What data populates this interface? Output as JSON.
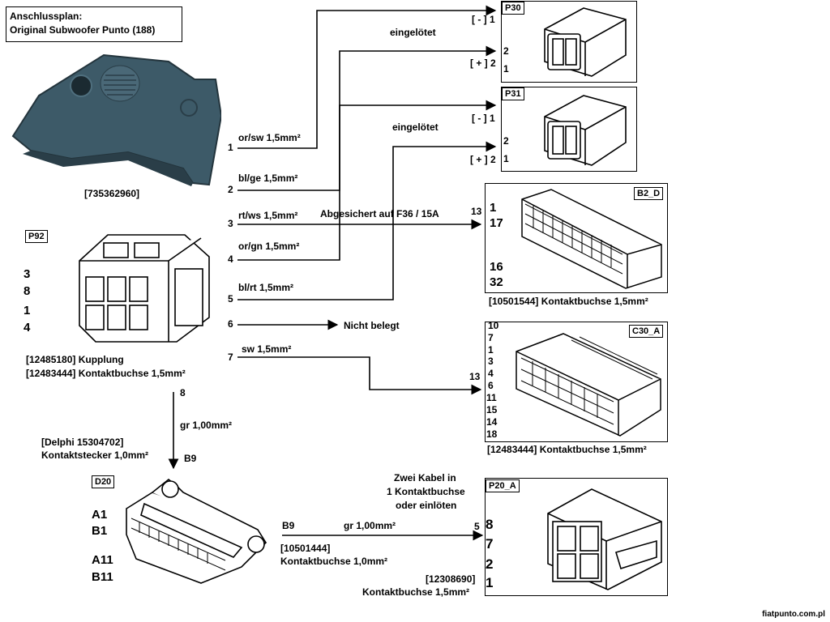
{
  "title": {
    "line1": "Anschlussplan:",
    "line2": "Original Subwoofer Punto (188)"
  },
  "subwoofer_part": "[735362960]",
  "p92": {
    "tag": "P92",
    "pins": [
      "3",
      "8",
      "1",
      "4"
    ],
    "part1": "[12485180] Kupplung",
    "part2": "[12483444] Kontaktbuchse 1,5mm²"
  },
  "wires": [
    {
      "num": "1",
      "label": "or/sw 1,5mm²"
    },
    {
      "num": "2",
      "label": "bl/ge 1,5mm²"
    },
    {
      "num": "3",
      "label": "rt/ws 1,5mm²"
    },
    {
      "num": "4",
      "label": "or/gn 1,5mm²"
    },
    {
      "num": "5",
      "label": "bl/rt   1,5mm²"
    },
    {
      "num": "6",
      "label": "Nicht belegt"
    },
    {
      "num": "7",
      "label": "sw  1,5mm²"
    }
  ],
  "eingeloetet_1": "eingelötet",
  "eingeloetet_2": "eingelötet",
  "fuse_note": "Abgesichert auf F36 / 15A",
  "p30": {
    "tag": "P30",
    "pin_minus": "[ - ] 1",
    "pin_plus": "[ + ] 2",
    "pin2": "2",
    "pin1": "1"
  },
  "p31": {
    "tag": "P31",
    "pin_minus": "[ - ] 1",
    "pin_plus": "[ + ] 2",
    "pin2": "2",
    "pin1": "1"
  },
  "b2d": {
    "tag": "B2_D",
    "pin_in": "13",
    "pins": [
      "1",
      "17",
      "16",
      "32"
    ],
    "part": "[10501544] Kontaktbuchse 1,5mm²"
  },
  "c30a": {
    "tag": "C30_A",
    "pin_in": "13",
    "pins": [
      "10",
      "7",
      "1",
      "3",
      "4",
      "6",
      "11",
      "15",
      "14",
      "18"
    ],
    "part": "[12483444] Kontaktbuchse 1,5mm²"
  },
  "vertical": {
    "top_num": "8",
    "label": "gr 1,00mm²",
    "bottom_num": "B9"
  },
  "delphi": {
    "line1": "[Delphi 15304702]",
    "line2": "Kontaktstecker 1,0mm²"
  },
  "d20": {
    "tag": "D20",
    "pins": [
      "A1",
      "B1",
      "A11",
      "B11"
    ],
    "b9": "B9",
    "wire": "gr 1,00mm²",
    "part1": "[10501444]",
    "part2": "Kontaktbuchse 1,0mm²"
  },
  "p20a": {
    "tag": "P20_A",
    "pin_in": "5",
    "note1": "Zwei Kabel in",
    "note2": "1 Kontaktbuchse",
    "note3": "oder einlöten",
    "pins": [
      "8",
      "7",
      "2",
      "1"
    ],
    "part1": "[12308690]",
    "part2": "Kontaktbuchse 1,5mm²"
  },
  "watermark": "fiatpunto.com.pl"
}
